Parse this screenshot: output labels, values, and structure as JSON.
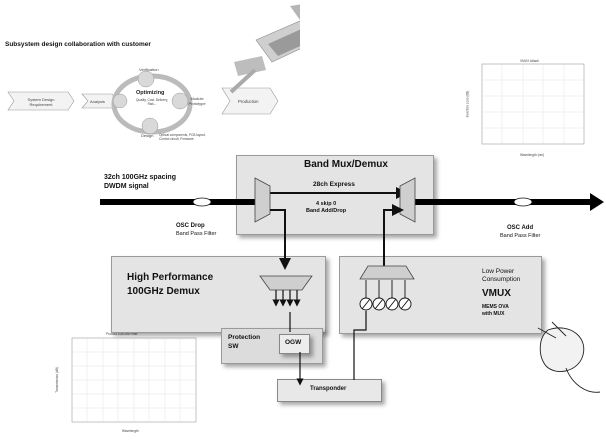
{
  "header": {
    "title": "Subsystem design collaboration with customer"
  },
  "process_flow": {
    "stages": [
      "System Design Requirement",
      "Analysis",
      "Verification",
      "Optimizing",
      "Module Prototype",
      "Production",
      "Design"
    ],
    "optimizing_detail": "Quality, Cost, Delivery, Risk...",
    "design_detail": "Optical components, PCB layout, Control circuit, Firmware"
  },
  "chart_top": {
    "title": "VMUX Attach",
    "xlabel": "Wavelength (nm)",
    "ylabel": "Insertion Loss (dB)"
  },
  "chart_bottom": {
    "title": "Prodoct 100GHz Filter",
    "xlabel": "Wavelength",
    "ylabel": "Transmission (dB)"
  },
  "signal": {
    "label_line1": "32ch 100GHz spacing",
    "label_line2": "DWDM signal"
  },
  "band_mux": {
    "title": "Band Mux/Demux",
    "express": "28ch Express",
    "adddrop_line1": "4 skip 0",
    "adddrop_line2": "Band Add/Drop"
  },
  "osc_drop": {
    "title": "OSC Drop",
    "sub": "Band Pass Filter"
  },
  "osc_add": {
    "title": "OSC Add",
    "sub": "Band Pass Filter"
  },
  "demux": {
    "title_line1": "High Performance",
    "title_line2": "100GHz Demux"
  },
  "vmux": {
    "line1": "Low Power",
    "line2": "Consumption",
    "title": "VMUX",
    "sub_line1": "MEMS OVA",
    "sub_line2": "with MUX"
  },
  "protection": {
    "label_line1": "Protection",
    "label_line2": "SW",
    "ogw": "OGW"
  },
  "transponder": {
    "label": "Transponder"
  },
  "colors": {
    "box_fill": "#e4e4e4",
    "line": "#111111",
    "signal_bar": "#000000"
  }
}
